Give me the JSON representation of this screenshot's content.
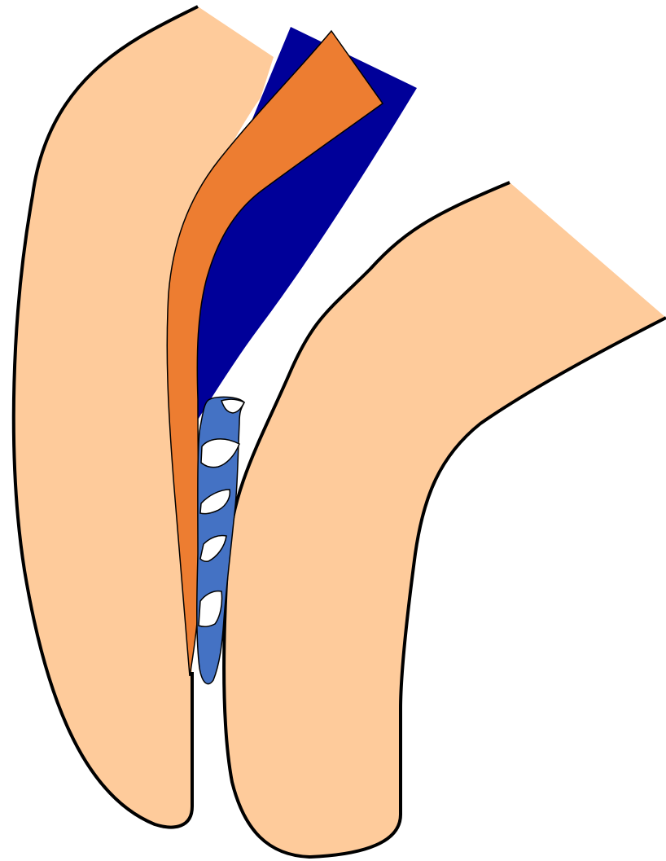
{
  "colors": {
    "background": "#ffffff",
    "tissue_fill": "#fecb9b",
    "outline": "#000000",
    "dark_blue_wedge": "#000099",
    "orange_strip": "#ed7d31",
    "light_blue_strip": "#4472c4",
    "gap_fill": "#ffffff"
  },
  "shapes": [
    {
      "id": "left-tissue-block",
      "color": "tissue_fill"
    },
    {
      "id": "right-tissue-block",
      "color": "tissue_fill"
    },
    {
      "id": "dark-blue-wedge",
      "color": "dark_blue_wedge"
    },
    {
      "id": "orange-strip",
      "color": "orange_strip"
    },
    {
      "id": "light-blue-strip",
      "color": "light_blue_strip"
    }
  ]
}
